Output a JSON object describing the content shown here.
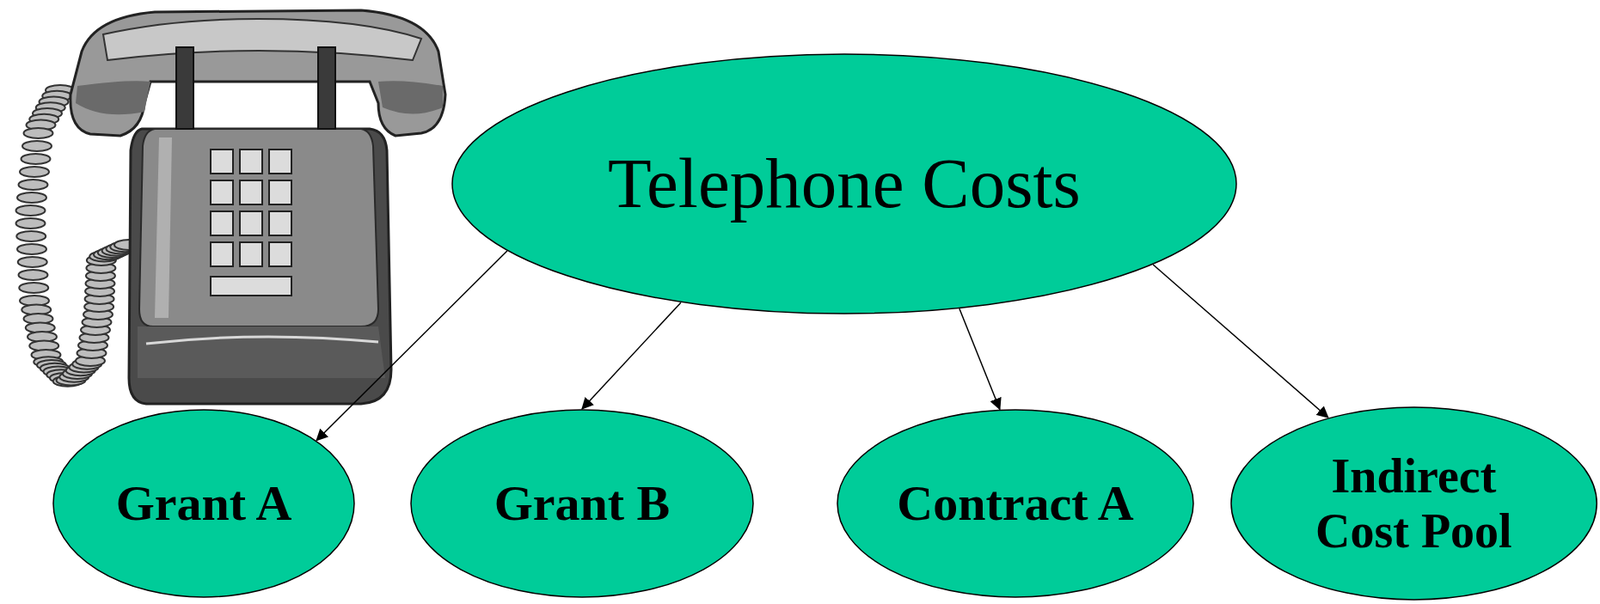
{
  "diagram": {
    "nodes": [
      {
        "text": [
          "Telephone Costs"
        ]
      },
      {
        "text": [
          "Grant A"
        ]
      },
      {
        "text": [
          "Grant B"
        ]
      },
      {
        "text": [
          "Contract A"
        ]
      },
      {
        "text": [
          "Indirect Cost Pool"
        ]
      }
    ],
    "edges": [
      {
        "from": 0,
        "to": 1,
        "arrow": "to"
      },
      {
        "from": 0,
        "to": 2,
        "arrow": "to"
      },
      {
        "from": 0,
        "to": 3,
        "arrow": "to"
      },
      {
        "from": 0,
        "to": 4,
        "arrow": "to"
      }
    ]
  }
}
